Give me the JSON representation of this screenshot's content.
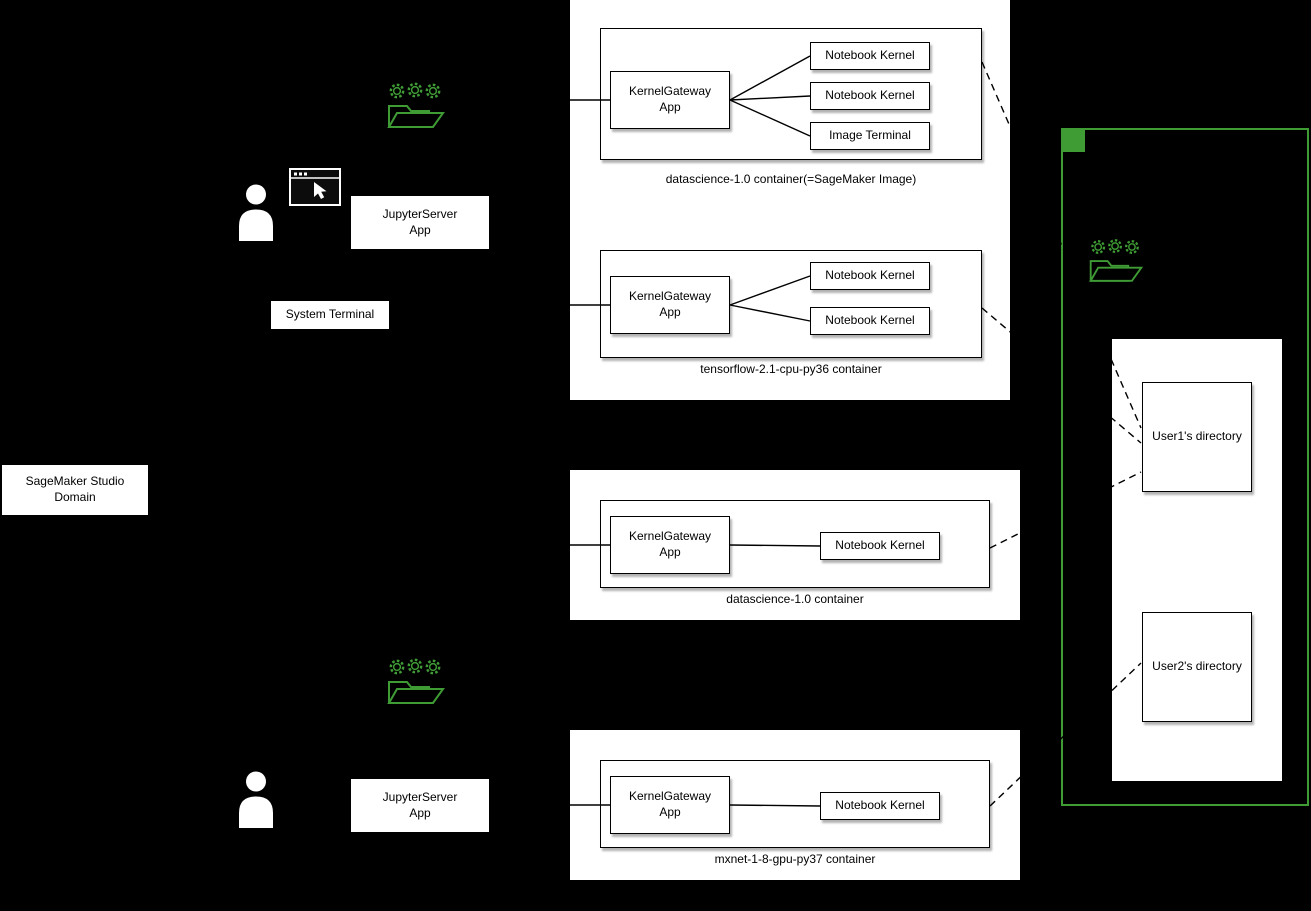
{
  "colors": {
    "background": "#000000",
    "panel": "#FFFFFF",
    "accent_green": "#3F9C35",
    "line": "#000000",
    "text": "#000000"
  },
  "icons": {
    "user": "person-icon",
    "browser": "browser-window-cursor-icon",
    "apps": "gears-folder-icon",
    "storage_marker": "green-square-icon"
  },
  "domain": {
    "label": "SageMaker Studio Domain"
  },
  "user1": {
    "jupyter_app": "JupyterServer App",
    "system_terminal": "System Terminal"
  },
  "user2": {
    "jupyter_app": "JupyterServer App"
  },
  "panels": {
    "top": {
      "containers": [
        {
          "gateway": "KernelGateway App",
          "kernels": [
            "Notebook Kernel",
            "Notebook Kernel",
            "Image Terminal"
          ],
          "caption": "datascience-1.0 container(=SageMaker Image)"
        },
        {
          "gateway": "KernelGateway App",
          "kernels": [
            "Notebook Kernel",
            "Notebook Kernel"
          ],
          "caption": "tensorflow-2.1-cpu-py36 container"
        }
      ]
    },
    "middle": {
      "containers": [
        {
          "gateway": "KernelGateway App",
          "kernels": [
            "Notebook Kernel"
          ],
          "caption": "datascience-1.0 container"
        }
      ]
    },
    "bottom": {
      "containers": [
        {
          "gateway": "KernelGateway App",
          "kernels": [
            "Notebook Kernel"
          ],
          "caption": "mxnet-1-8-gpu-py37 container"
        }
      ]
    }
  },
  "storage": {
    "user1_directory": "User1's directory",
    "user2_directory": "User2's directory"
  }
}
